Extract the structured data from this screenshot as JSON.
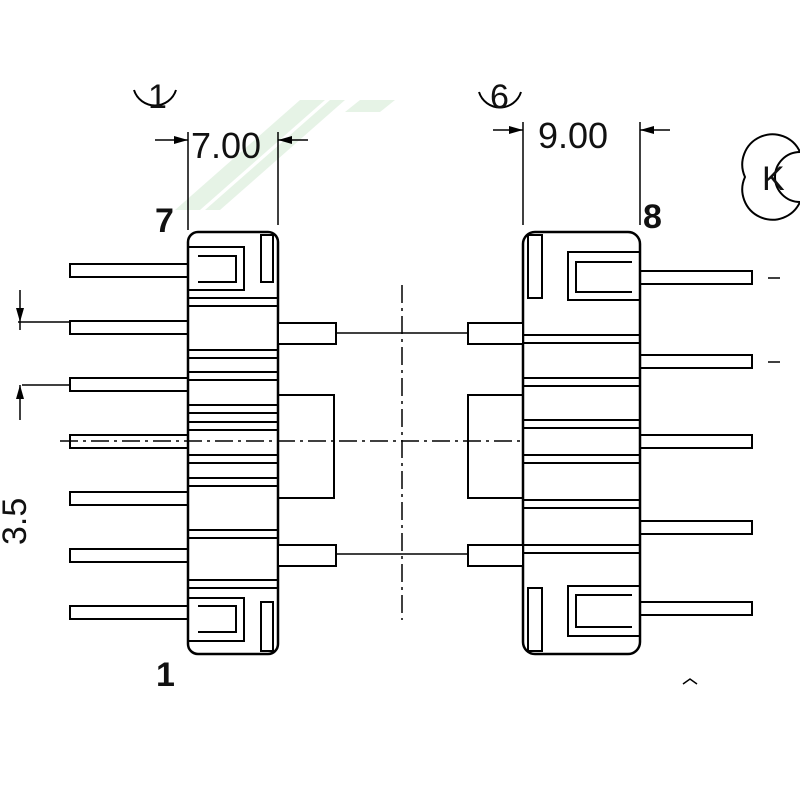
{
  "dimensions": {
    "left_width": "7.00",
    "right_width": "9.00",
    "vertical_pitch_partial": "3.5"
  },
  "pin_labels": {
    "left_top": "7",
    "left_bottom": "1",
    "right_top": "8"
  },
  "view_markers": {
    "left": "1",
    "right": "6",
    "far_right_partial": "K"
  },
  "colors": {
    "line": "#000000",
    "background": "#ffffff",
    "watermark": "#e6f3e6"
  }
}
